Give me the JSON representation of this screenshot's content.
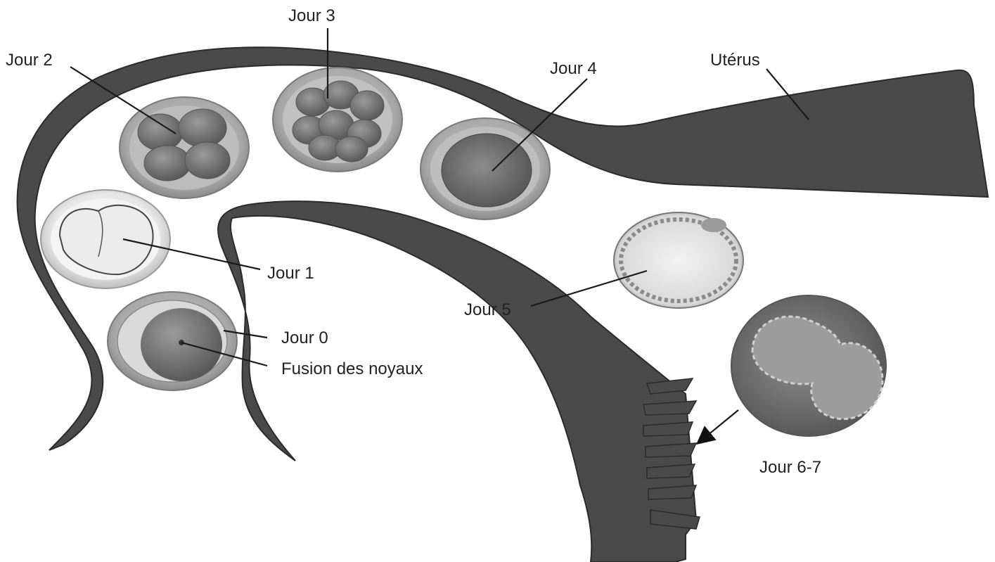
{
  "labels": {
    "jour0": "Jour 0",
    "fusion": "Fusion des noyaux",
    "jour1": "Jour 1",
    "jour2": "Jour 2",
    "jour3": "Jour 3",
    "jour4": "Jour 4",
    "jour5": "Jour 5",
    "jour67": "Jour 6-7",
    "uterus": "Utérus"
  },
  "colors": {
    "tissue": "#4a4a4a",
    "tissue_dark": "#2b2b2b",
    "zona": "#9a9a9a",
    "text": "#222222"
  }
}
